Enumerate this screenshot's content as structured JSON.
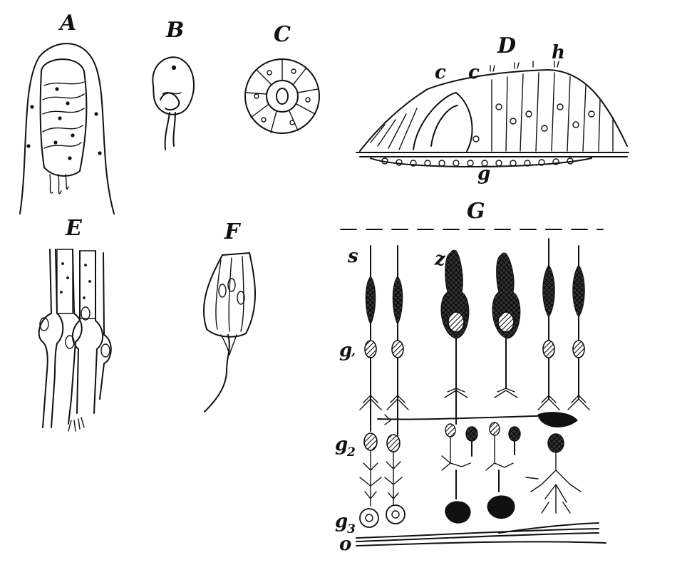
{
  "figure": {
    "panels": {
      "A": "A",
      "B": "B",
      "C": "C",
      "D": "D",
      "E": "E",
      "F": "F",
      "G": "G"
    },
    "labels_D": {
      "c1": "c",
      "c2": "c",
      "h": "h",
      "g": "g"
    },
    "labels_G": {
      "s": "s",
      "z": "z",
      "g1_base": "g",
      "g1_mark": ",",
      "g2_base": "g",
      "g2_sub": "2",
      "g3_base": "g",
      "g3_sub": "3",
      "o": "o"
    }
  }
}
